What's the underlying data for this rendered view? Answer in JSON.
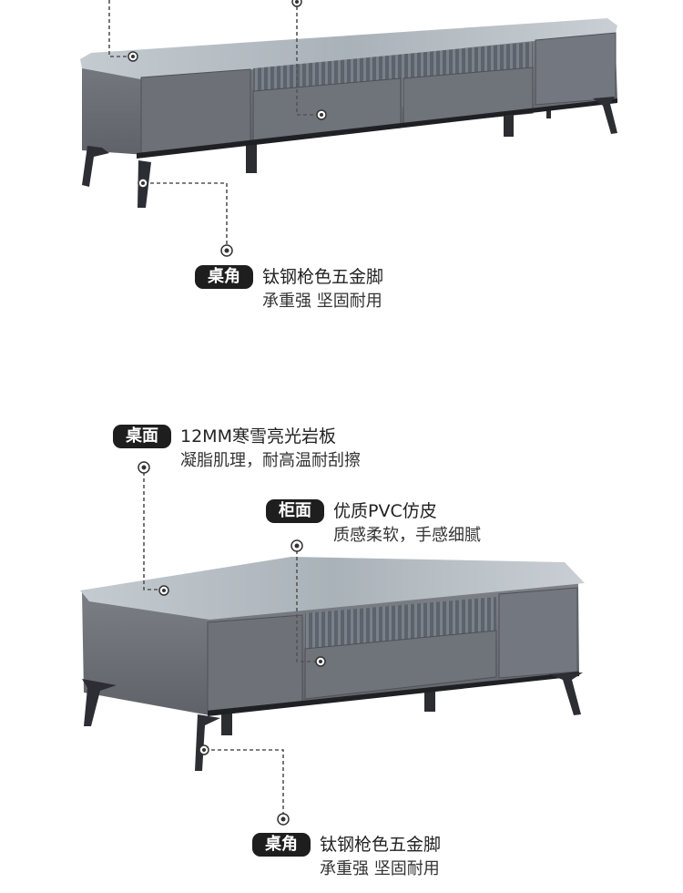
{
  "top": {
    "corner": {
      "badge": "桌角",
      "line1": "钛钢枪色五金脚",
      "line2": "承重强 坚固耐用"
    }
  },
  "bottom": {
    "tabletop": {
      "badge": "桌面",
      "line1": "12MM寒雪亮光岩板",
      "line2": "凝脂肌理，耐高温耐刮擦"
    },
    "cabinet": {
      "badge": "柜面",
      "line1": "优质PVC仿皮",
      "line2": "质感柔软，手感细腻"
    },
    "corner": {
      "badge": "桌角",
      "line1": "钛钢枪色五金脚",
      "line2": "承重强 坚固耐用"
    }
  },
  "colors": {
    "marble": "#b9c0c6",
    "leather": "#70747a",
    "slats": "#666c74",
    "metal": "#2c2e33",
    "annotation": "#555555"
  }
}
